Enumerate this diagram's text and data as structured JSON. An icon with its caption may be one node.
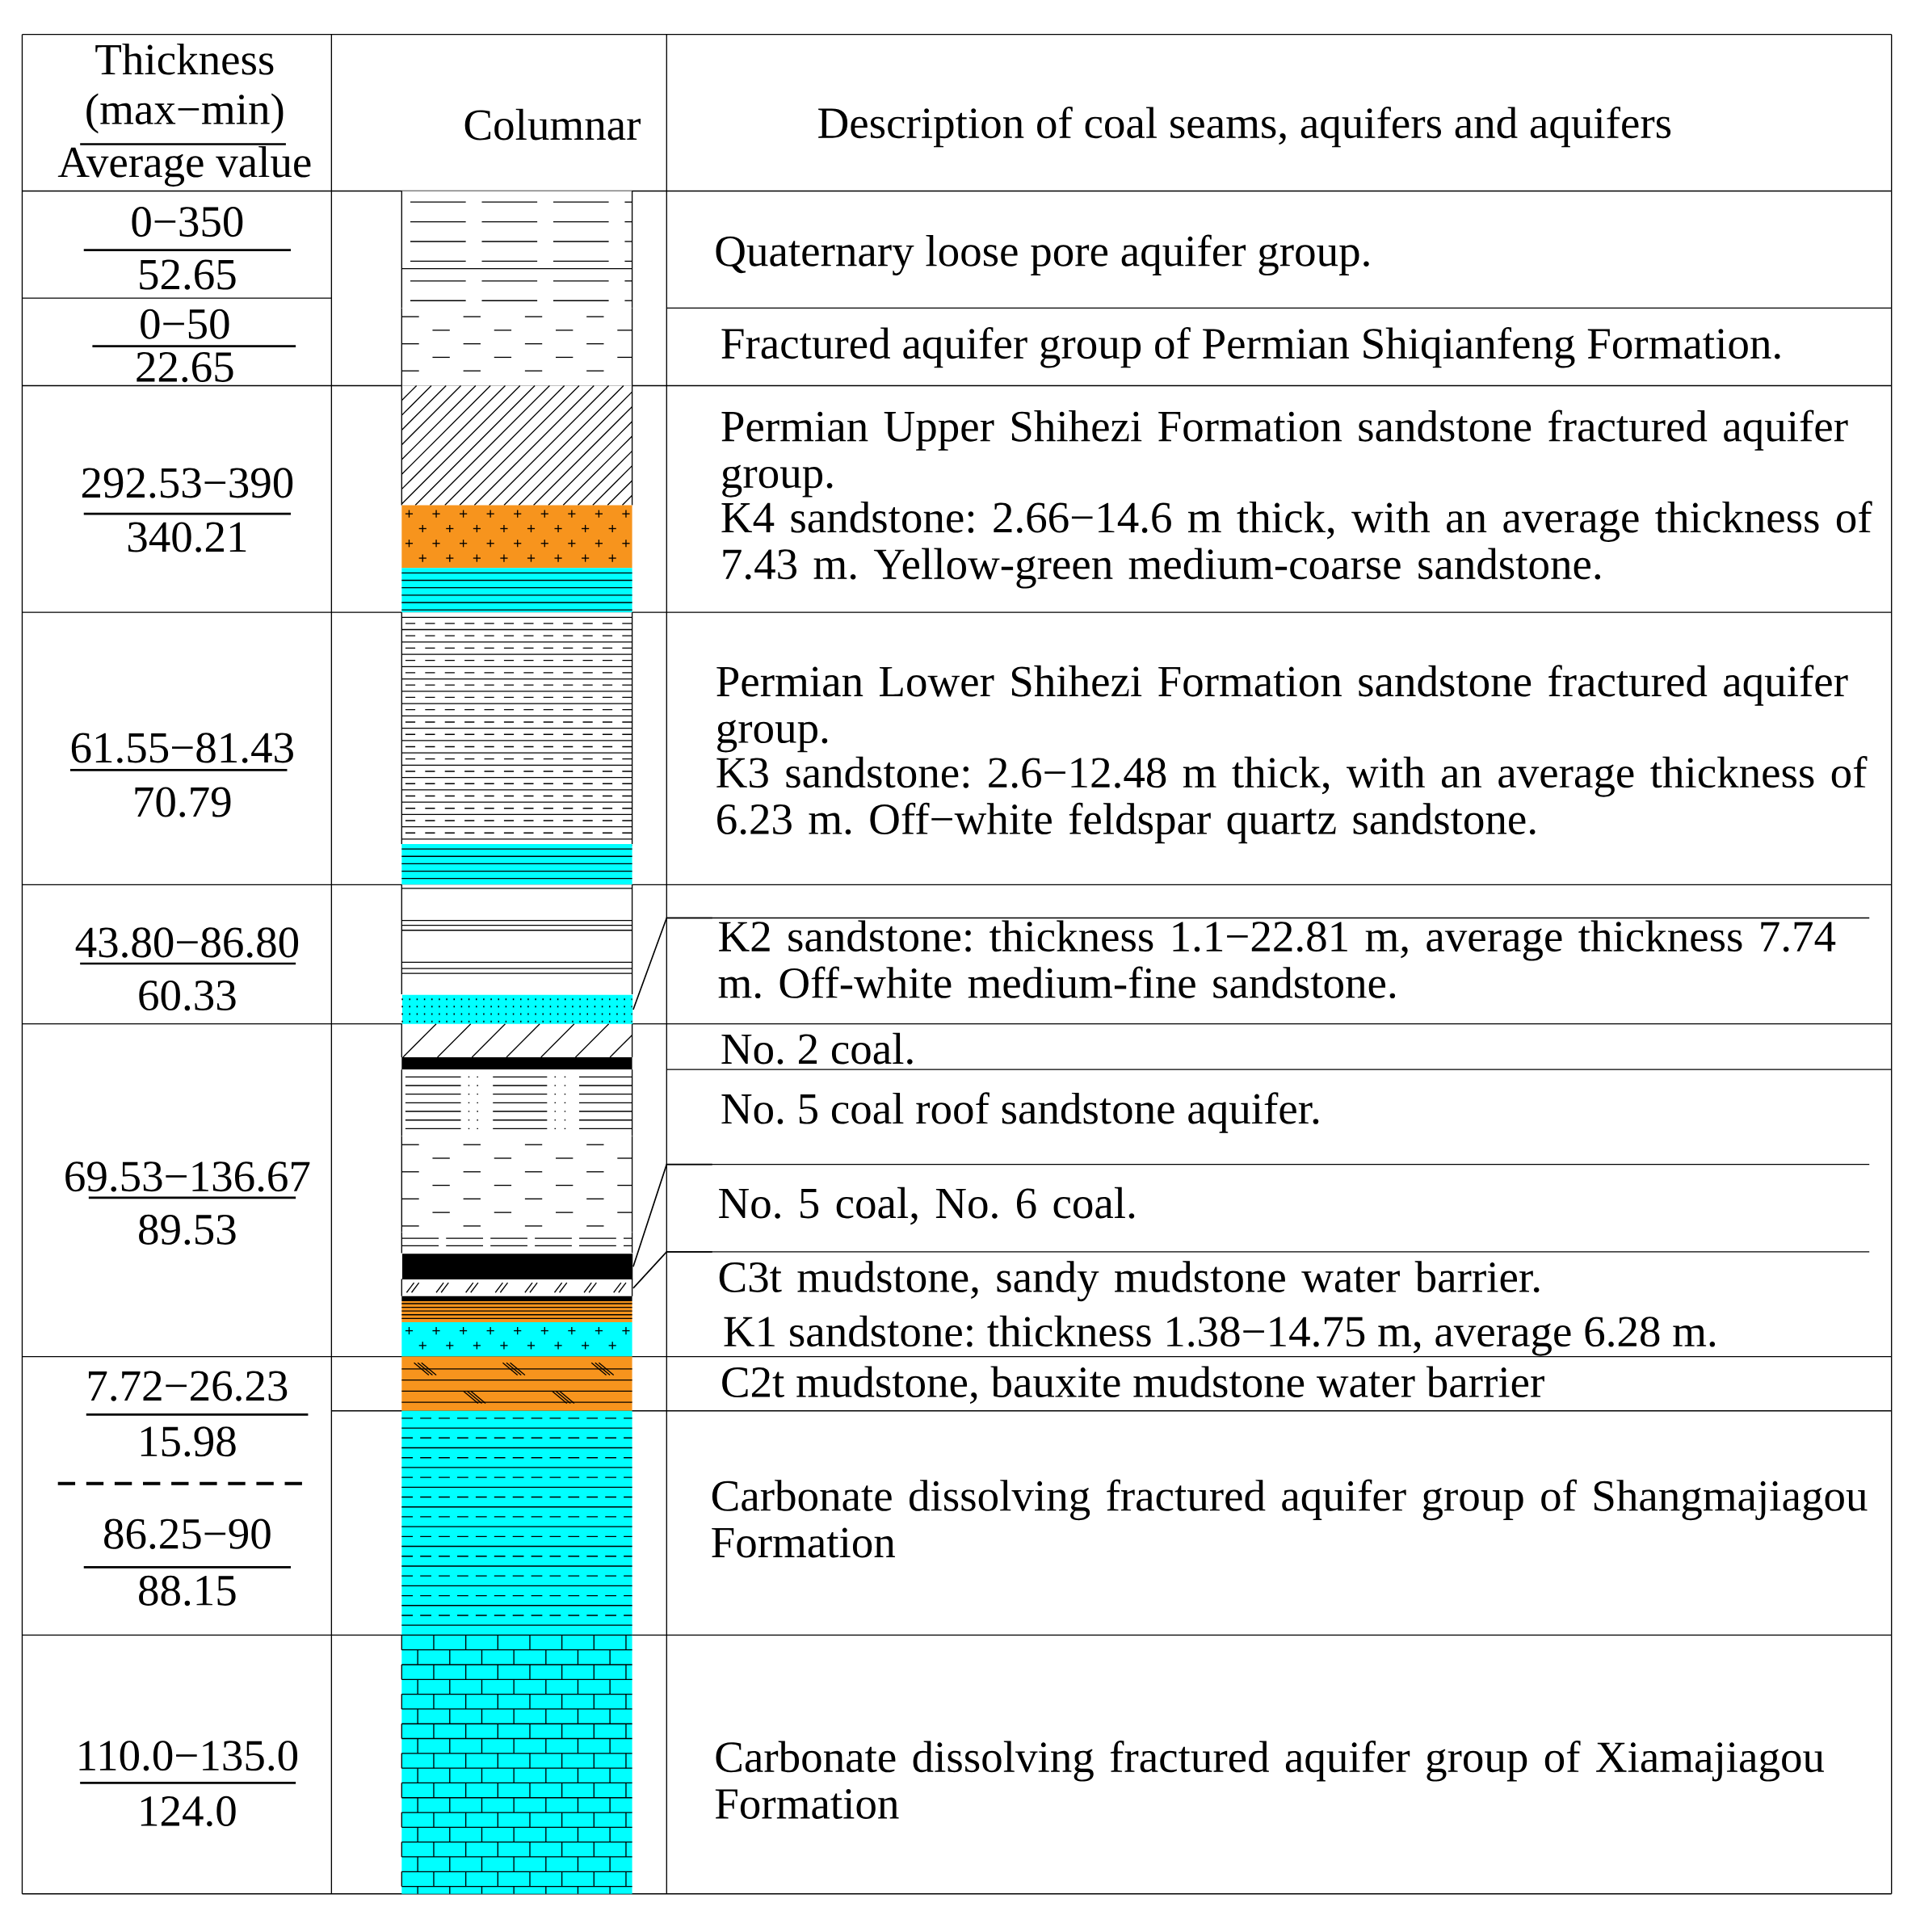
{
  "diagram": {
    "nodes": [
      {
        "text": [
          "K2 sandstone: thickness 1.1−22.81 m, average thickness 7.74 m. Off-white medium-fine sandstone."
        ]
      },
      {
        "text": [],
        "shape": "bar"
      },
      {
        "text": [
          "No. 5 coal, No. 6 coal."
        ]
      },
      {
        "text": [],
        "shape": "bar"
      },
      {
        "text": [
          "C3t mudstone, sandy mudstone water barrier."
        ]
      },
      {
        "text": [],
        "shape": "bar"
      }
    ],
    "edges": [
      {
        "from": 0,
        "to": 1,
        "arrow": "none"
      },
      {
        "from": 2,
        "to": 3,
        "arrow": "none"
      },
      {
        "from": 4,
        "to": 5,
        "arrow": "none"
      }
    ],
    "labels": [
      "Thickness",
      "(max−min)",
      "Average value",
      "Columnar",
      "Description of coal seams, aquifers and aquifers",
      "0−350",
      "52.65",
      "Quaternary loose pore aquifer group.",
      "0−50",
      "22.65",
      "Fractured aquifer group of Permian Shiqianfeng Formation.",
      "292.53−390",
      "340.21",
      "Permian Upper Shihezi Formation sandstone fractured aquifer group.",
      "K4 sandstone: 2.66−14.6 m thick, with an average thickness of 7.43 m. Yellow-green medium-coarse sandstone.",
      "61.55−81.43",
      "70.79",
      "Permian Lower Shihezi Formation sandstone fractured aquifer group.",
      "K3 sandstone: 2.6−12.48 m thick, with an average thickness of 6.23 m. Off−white feldspar quartz sandstone.",
      "43.80−86.80",
      "60.33",
      "69.53−136.67",
      "89.53",
      "No. 2 coal.",
      "No. 5 coal roof sandstone aquifer.",
      "K1 sandstone: thickness 1.38−14.75 m, average 6.28 m.",
      "7.72−26.23",
      "15.98",
      "C2t mudstone, bauxite mudstone water barrier",
      "86.25−90",
      "88.15",
      "Carbonate dissolving fractured aquifer group of Shangmajiagou Formation",
      "110.0−135.0",
      "124.0",
      "Carbonate dissolving fractured aquifer group of Xiamajiagou Formation"
    ]
  }
}
